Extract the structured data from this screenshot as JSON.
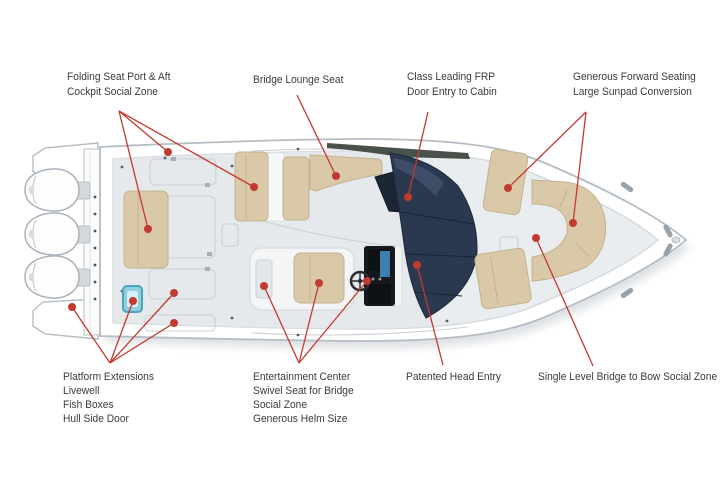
{
  "diagram": {
    "subject": "Boat deck plan feature callouts (top view, bow right)",
    "colors": {
      "accent": "#c23a30",
      "text": "#3a3a3a",
      "seat": "#d9c9a8",
      "seat_edge": "#c2b28e",
      "navy": "#2b3950",
      "navy_dark": "#1b2533",
      "teal": "#8fd0de",
      "teal_edge": "#4aa7ba",
      "hull_edge": "#b4bcc4",
      "deck": "#eaedf0",
      "deck_line": "#c9cfd5"
    },
    "callouts": [
      {
        "id": "folding-seat",
        "position": "top-left",
        "lines": [
          "Folding Seat Port & Aft",
          "Cockpit Social Zone"
        ]
      },
      {
        "id": "bridge-lounge-seat",
        "position": "top-center-left",
        "lines": [
          "Bridge Lounge Seat"
        ]
      },
      {
        "id": "cabin-door",
        "position": "top-center-right",
        "lines": [
          "Class Leading FRP",
          "Door Entry to Cabin"
        ]
      },
      {
        "id": "forward-seating",
        "position": "top-right",
        "lines": [
          "Generous Forward Seating",
          "Large Sunpad Conversion"
        ]
      },
      {
        "id": "platform-features",
        "position": "bottom-left",
        "lines": [
          "Platform Extensions",
          "Livewell",
          "Fish Boxes",
          "Hull Side Door"
        ]
      },
      {
        "id": "helm-features",
        "position": "bottom-center-left",
        "lines": [
          "Entertainment Center",
          "Swivel Seat for Bridge",
          "Social Zone",
          "Generous Helm Size"
        ]
      },
      {
        "id": "head-entry",
        "position": "bottom-center-right",
        "lines": [
          "Patented Head Entry"
        ]
      },
      {
        "id": "bridge-to-bow",
        "position": "bottom-right",
        "lines": [
          "Single Level Bridge to Bow Social Zone"
        ]
      }
    ]
  }
}
